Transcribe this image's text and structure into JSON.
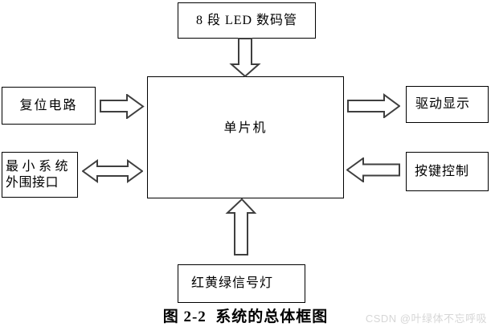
{
  "figure": {
    "caption": "图 2-2  系统的总体框图",
    "watermark": "CSDN @叶绿体不忘呼吸"
  },
  "blocks": {
    "led": "8 段 LED 数码管",
    "mcu": "单片机",
    "reset": "复位电路",
    "minsys_line1": "最小系统",
    "minsys_line2": "外围接口",
    "display": "驱动显示",
    "keys": "按键控制",
    "lights": "红黄绿信号灯"
  },
  "arrows": [
    {
      "name": "led-to-mcu",
      "direction": "down",
      "style": "hollow-block"
    },
    {
      "name": "reset-to-mcu",
      "direction": "right",
      "style": "hollow-block"
    },
    {
      "name": "minsys-mcu",
      "direction": "bidirectional-horizontal",
      "style": "hollow-block"
    },
    {
      "name": "mcu-to-display",
      "direction": "right",
      "style": "hollow-block"
    },
    {
      "name": "keys-to-mcu",
      "direction": "left",
      "style": "hollow-block"
    },
    {
      "name": "lights-to-mcu",
      "direction": "up",
      "style": "hollow-block"
    }
  ],
  "colors": {
    "background": "#ffffff",
    "box_border": "#000000",
    "arrow_outline": "#3f3f3f",
    "text": "#000000",
    "watermark": "#d6d6d6"
  }
}
